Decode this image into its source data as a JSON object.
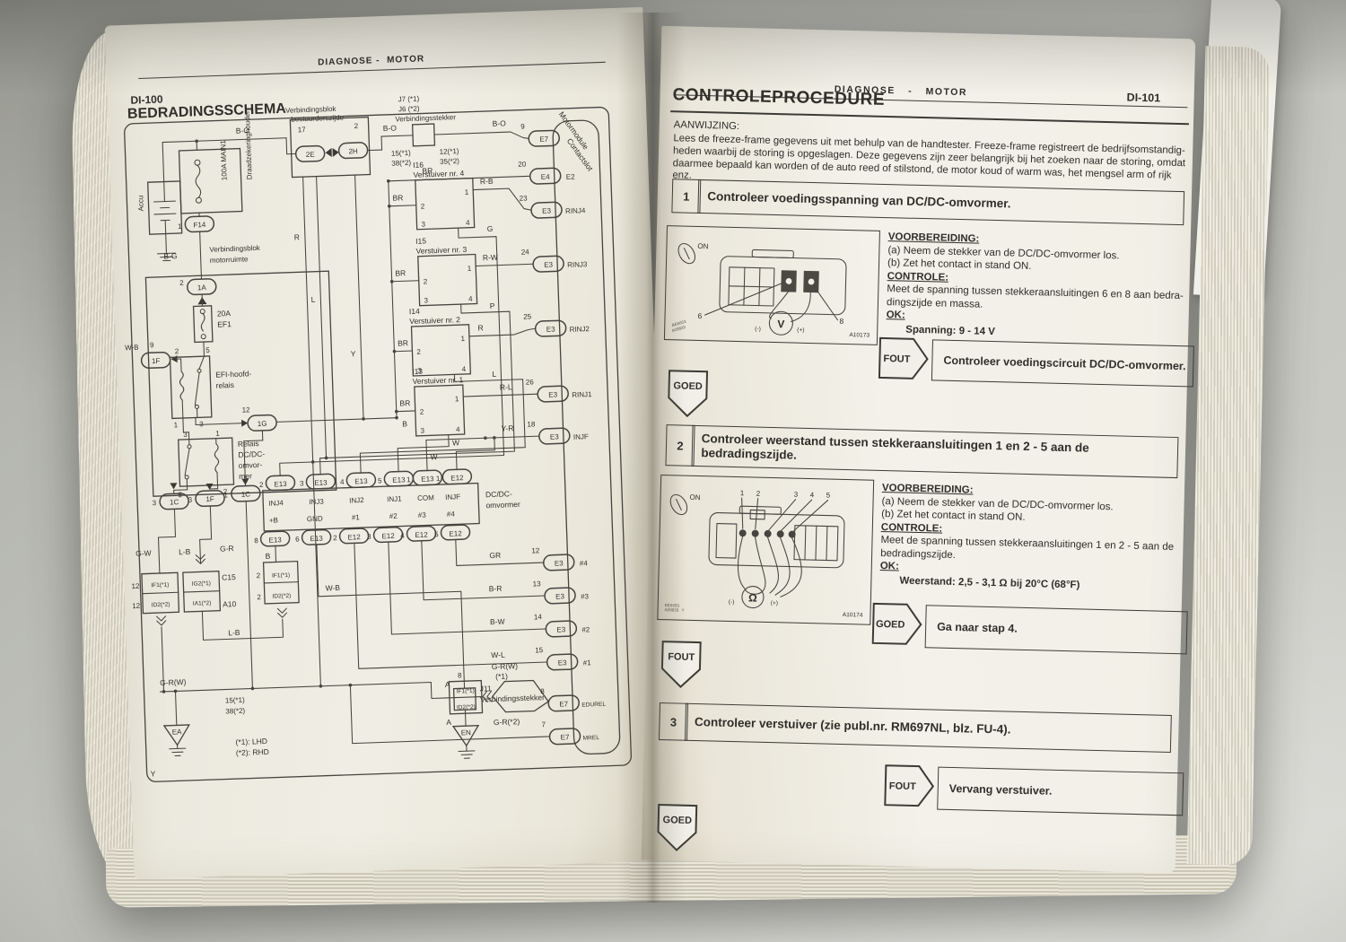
{
  "left": {
    "pageNum": "DI-100",
    "head1": "DIAGNOSE",
    "headDash": "-",
    "head2": "MOTOR",
    "title": "BEDRADINGSSCHEMA",
    "d": {
      "accu": "Accu",
      "fuse_main": "100A MAIN1",
      "holder": "Draadzekeringhouder",
      "f14": "F14",
      "bg": "B-G",
      "bo": "B-O",
      "blok_m1": "Verbindingsblok",
      "blok_m2": "motorruimte",
      "blok_b1": "Verbindingsblok",
      "blok_b2": "bestuurderszijde",
      "o2e": "2E",
      "o2h": "2H",
      "j7": "J7 (*1)",
      "j6": "J6 (*2)",
      "verbstekker": "Verbindingsstekker",
      "n15_1": "15(*1)",
      "n38_2": "38(*2)",
      "n12_1": "12(*1)",
      "n35_2": "35(*2)",
      "o1a": "1A",
      "a20": "20A",
      "ef1": "EF1",
      "efi1": "EFI-hoofd-",
      "efi2": "relais",
      "o1f": "1F",
      "o1g": "1G",
      "o1c": "1C",
      "relais1": "Relais",
      "relais2": "DC/DC-",
      "relais3": "omvor-",
      "relais4": "mer",
      "wb": "W-B",
      "gw": "G-W",
      "lb": "L-B",
      "gr": "G-R",
      "if1": "IF1(*1)",
      "id2": "ID2(*2)",
      "ig2": "IG2(*1)",
      "ia1": "IA1(*2)",
      "c15": "C15",
      "a10": "A10",
      "grw": "G-R(W)",
      "s1": "(*1)",
      "gr2": "G-R(*2)",
      "a": "A",
      "j11": "J11",
      "en": "EN",
      "ea": "EA",
      "lhd": "(*1): LHD",
      "rhd": "(*2): RHD",
      "y": "Y",
      "br": "BR",
      "r": "R",
      "l": "L",
      "w": "W",
      "b": "B",
      "g": "G",
      "p": "P",
      "yr": "Y-R",
      "gr_w": "GR",
      "b_r": "B-R",
      "b_w": "B-W",
      "w_l": "W-L",
      "dc1": "DC/DC-",
      "dc2": "omvormer",
      "motormodule": "Motormodule",
      "contactslot": "Contactslot",
      "n1": "1",
      "n2": "2",
      "n3": "3",
      "n4": "4",
      "n5": "5",
      "n8": "8",
      "n9": "9",
      "n12": "12",
      "n17": "17"
    },
    "inj": [
      {
        "id": "I16",
        "nm": "Verstuiver nr. 4",
        "w": "R-B"
      },
      {
        "id": "I15",
        "nm": "Verstuiver nr. 3",
        "w": "R-W"
      },
      {
        "id": "I14",
        "nm": "Verstuiver nr. 2",
        "w": "R"
      },
      {
        "id": "I13",
        "nm": "Verstuiver nr. 1",
        "w": "R-L"
      }
    ],
    "rcon": [
      {
        "n": "9",
        "c": "E7",
        "t": ""
      },
      {
        "n": "20",
        "c": "E4",
        "t": "E2"
      },
      {
        "n": "23",
        "c": "E3",
        "t": "RINJ4"
      },
      {
        "n": "24",
        "c": "E3",
        "t": "RINJ3"
      },
      {
        "n": "25",
        "c": "E3",
        "t": "RINJ2"
      },
      {
        "n": "26",
        "c": "E3",
        "t": "RINJ1"
      },
      {
        "n": "18",
        "c": "E3",
        "t": "INJF"
      },
      {
        "n": "12",
        "c": "E3",
        "t": "#4"
      },
      {
        "n": "13",
        "c": "E3",
        "t": "#3"
      },
      {
        "n": "14",
        "c": "E3",
        "t": "#2"
      },
      {
        "n": "15",
        "c": "E3",
        "t": "#1"
      },
      {
        "n": "8",
        "c": "E7",
        "t": "EDUREL"
      },
      {
        "n": "7",
        "c": "E7",
        "t": "MREL"
      }
    ],
    "dcTop": [
      {
        "n": "2",
        "c": "E13",
        "t": "INJ4"
      },
      {
        "n": "3",
        "c": "E13",
        "t": "INJ3"
      },
      {
        "n": "4",
        "c": "E13",
        "t": "INJ2"
      },
      {
        "n": "5",
        "c": "E13",
        "t": "INJ1"
      },
      {
        "n": "1",
        "c": "E13",
        "t": "COM"
      },
      {
        "n": "1",
        "c": "E12",
        "t": "INJF"
      }
    ],
    "dcBot": [
      {
        "n": "8",
        "c": "E13",
        "t": "+B"
      },
      {
        "n": "6",
        "c": "E13",
        "t": "GND"
      },
      {
        "n": "2",
        "c": "E12",
        "t": "#1"
      },
      {
        "n": "3",
        "c": "E12",
        "t": "#2"
      },
      {
        "n": "4",
        "c": "E12",
        "t": "#3"
      },
      {
        "n": "5",
        "c": "E12",
        "t": "#4"
      }
    ]
  },
  "right": {
    "pageNum": "DI-101",
    "head1": "DIAGNOSE",
    "headDash": "-",
    "head2": "MOTOR",
    "title": "CONTROLEPROCEDURE",
    "noteLabel": "AANWIJZING:",
    "note1": "Lees de freeze-frame gegevens uit met behulp van de handtester. Freeze-frame registreert de bedrijfsomstandig-",
    "note2": "heden waarbij de storing is opgeslagen. Deze gegevens zijn zeer belangrijk bij het zoeken naar de storing, omdat",
    "note3": "daarmee bepaald kan worden of de auto reed of stilstond, de motor koud of warm was, het mengsel arm of rijk enz.",
    "fout": "FOUT",
    "goed": "GOED",
    "prep": "VOORBEREIDING:",
    "prepA": "(a)  Neem de stekker van de DC/DC-omvormer los.",
    "prepB": "(b)  Zet het contact in stand ON.",
    "controle": "CONTROLE:",
    "ok": "OK:",
    "on": "ON",
    "step1": {
      "num": "1",
      "title": "Controleer voedingsspanning van DC/DC-omvormer.",
      "check1": "Meet de spanning tussen stekkeraansluitingen 6 en 8 aan bedra-",
      "check2": "dingszijde en massa.",
      "okValue": "Spanning: 9 - 14 V",
      "action": "Controleer voedingscircuit DC/DC-omvormer.",
      "fig": {
        "pin6": "6",
        "pin8": "8",
        "meter": "V",
        "minus": "(-)",
        "plus": "(+)",
        "code": "A10173",
        "ref1": "BE6653",
        "ref2": "A09833"
      }
    },
    "step2": {
      "num": "2",
      "title1": "Controleer weerstand tussen stekkeraansluitingen 1 en 2 - 5 aan de",
      "title2": "bedradingszijde.",
      "check1": "Meet de spanning tussen stekkeraansluitingen 1 en 2 - 5 aan de",
      "check2": "bedradingszijde.",
      "okValue": "Weerstand: 2,5 - 3,1 Ω bij 20°C (68°F)",
      "action": "Ga naar stap 4.",
      "fig": {
        "p1": "1",
        "p2": "2",
        "p3": "3",
        "p4": "4",
        "p5": "5",
        "meter": "Ω",
        "minus": "(-)",
        "plus": "(+)",
        "code": "A10174",
        "ref1": "BE6653",
        "ref2": "A09833",
        "ref3": "Y"
      }
    },
    "step3": {
      "num": "3",
      "title": "Controleer verstuiver (zie publ.nr. RM697NL, blz. FU-4).",
      "action": "Vervang verstuiver."
    }
  }
}
